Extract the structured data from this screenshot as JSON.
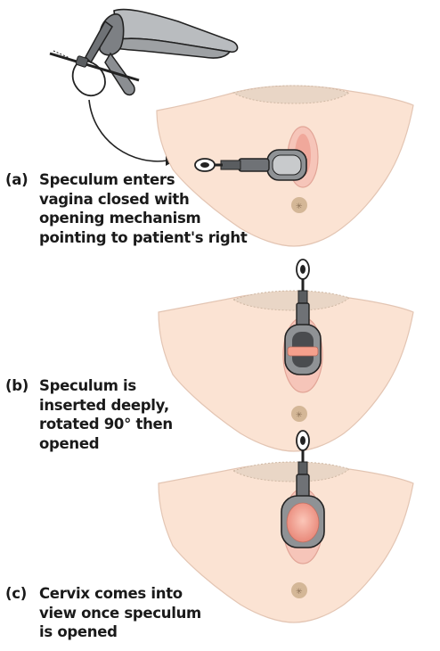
{
  "steps": {
    "a": {
      "tag": "(a)",
      "lines": [
        "Speculum enters",
        "vagina closed with",
        "opening mechanism",
        "pointing to patient's right"
      ]
    },
    "b": {
      "tag": "(b)",
      "lines": [
        "Speculum is",
        "inserted deeply,",
        "rotated 90° then",
        "opened"
      ]
    },
    "c": {
      "tag": "(c)",
      "lines": [
        "Cervix comes into",
        "view once speculum",
        "is opened"
      ]
    }
  },
  "colors": {
    "skin": "#fbe3d3",
    "skin_outline": "#e3c5b3",
    "hair": "#d6c3b2",
    "labia": "#f3b7ac",
    "anus": "#c7a98a",
    "metal": "#8f9295",
    "metal_dark": "#4a4c4f",
    "cervix": "#f28f80",
    "outline": "#222222"
  },
  "icons": [
    "speculum-icon",
    "curved-arrow-icon"
  ]
}
